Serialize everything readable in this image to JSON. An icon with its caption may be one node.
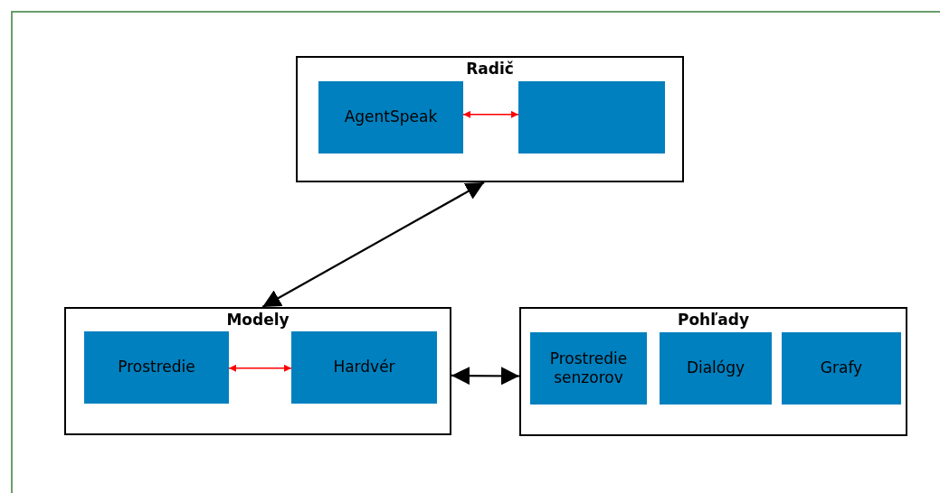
{
  "diagram": {
    "nodes": [
      {
        "text": [],
        "shape": "box"
      },
      {
        "text": [
          "Radič"
        ],
        "in": 0
      },
      {
        "text": [
          "AgentSpeak"
        ],
        "in": 1
      },
      {
        "text": [],
        "shape": "box",
        "in": 1
      },
      {
        "text": [
          "Modely"
        ],
        "in": 0
      },
      {
        "text": [
          "Prostredie"
        ],
        "in": 4
      },
      {
        "text": [
          "Hardvér"
        ],
        "in": 4
      },
      {
        "text": [
          "Pohľady"
        ],
        "in": 0
      },
      {
        "text": [
          "Prostredie senzorov"
        ],
        "in": 7
      },
      {
        "text": [
          "Dialógy"
        ],
        "in": 7
      },
      {
        "text": [
          "Grafy"
        ],
        "in": 7
      }
    ],
    "edges": [
      {
        "from": 2,
        "to": 3,
        "arrow": "both",
        "color": "#ff0000"
      },
      {
        "from": 1,
        "to": 4,
        "arrow": "both",
        "color": "#000000"
      },
      {
        "from": 5,
        "to": 6,
        "arrow": "both",
        "color": "#ff0000"
      },
      {
        "from": 4,
        "to": 7,
        "arrow": "both",
        "color": "#000000"
      }
    ]
  }
}
